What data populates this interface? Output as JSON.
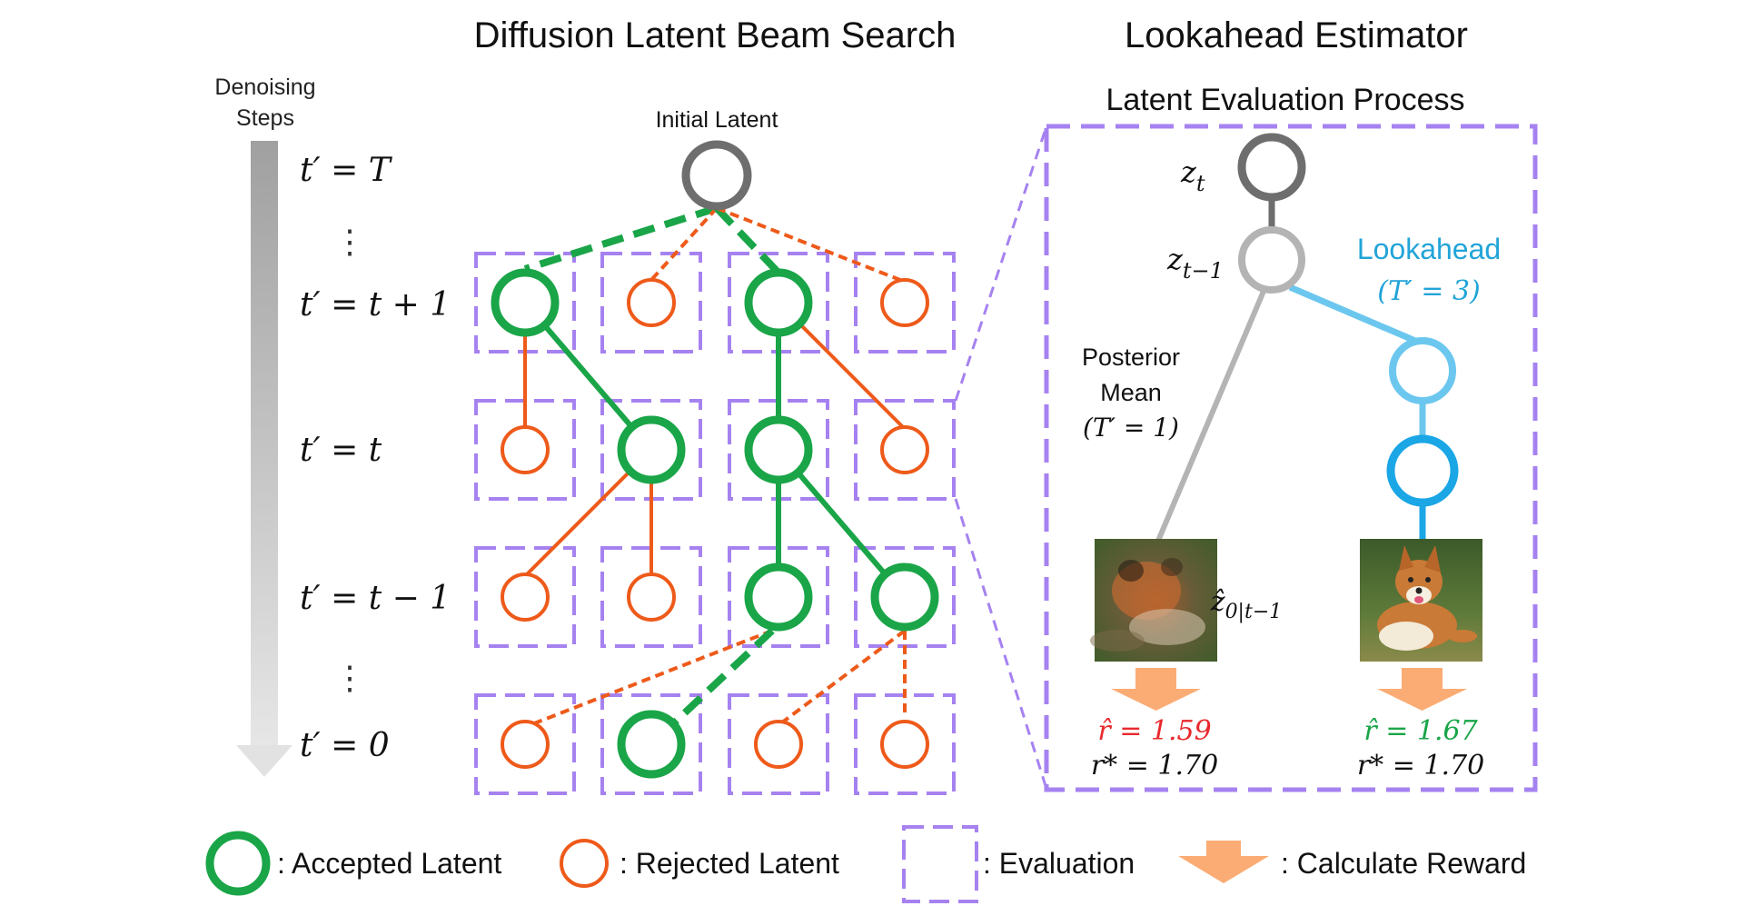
{
  "titles": {
    "left": "Diffusion Latent Beam Search",
    "right": "Lookahead Estimator",
    "right_sub": "Latent Evaluation Process"
  },
  "axis": {
    "label_line1": "Denoising",
    "label_line2": "Steps",
    "steps": [
      "t′ = T",
      "t′ = t + 1",
      "t′ = t",
      "t′ = t − 1",
      "t′ = 0"
    ],
    "dots": "⋮"
  },
  "tree": {
    "root_label": "Initial Latent"
  },
  "lookahead": {
    "z_t": "z",
    "z_t_sub": "t",
    "z_t1": "z",
    "z_t1_sub": "t−1",
    "lookahead_label": "Lookahead",
    "lookahead_T": "(T′ = 3)",
    "posterior_line1": "Posterior",
    "posterior_line2": "Mean",
    "posterior_T": "(T′ = 1)",
    "zhat": "ẑ",
    "zhat_sub": "0|t−1",
    "left_rhat": "r̂ = 1.59",
    "left_rstar": "r* = 1.70",
    "right_rhat": "r̂ = 1.67",
    "right_rstar": "r* = 1.70"
  },
  "legend": {
    "accepted": ": Accepted Latent",
    "rejected": ": Rejected Latent",
    "evaluation": ": Evaluation",
    "reward": ": Calculate Reward"
  },
  "colors": {
    "accepted": "#1aa548",
    "rejected": "#ee5a1a",
    "evaluation": "#a682f0",
    "root": "#6e6e6e",
    "zt1": "#b4b4b4",
    "lookahead_light": "#6cc7ef",
    "lookahead_dark": "#1ba6e5",
    "reward_arrow": "#fbac74",
    "rhat_bad": "#e8282d",
    "rhat_good": "#1aa548"
  }
}
